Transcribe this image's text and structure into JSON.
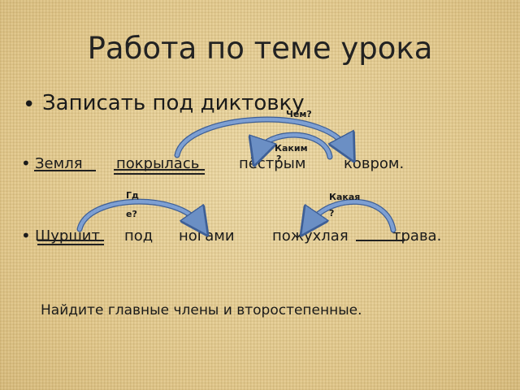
{
  "title": "Работа по теме урока",
  "bullet_main": "Записать под диктовку",
  "bullet_symbol": "•",
  "sentence1": {
    "w1": "Земля",
    "w2": "покрылась",
    "w3": "пёстрым",
    "w4": "ковром."
  },
  "sentence2": {
    "w1": "Шуршит",
    "w2": "под",
    "w3": "ногами",
    "w4": "пожухлая",
    "w5": "трава."
  },
  "questions": {
    "chem": "Чем?",
    "kakim_a": "Каким",
    "kakim_b": "?",
    "gde_a": "Гд",
    "gde_b": "е?",
    "kakaya_a": "Какая",
    "kakaya_b": "?"
  },
  "task": "Найдите главные члены и второстепенные.",
  "colors": {
    "arrow": "#6b8fc4",
    "arrow_stroke": "#3e5f96",
    "text": "#1a1a1a"
  }
}
